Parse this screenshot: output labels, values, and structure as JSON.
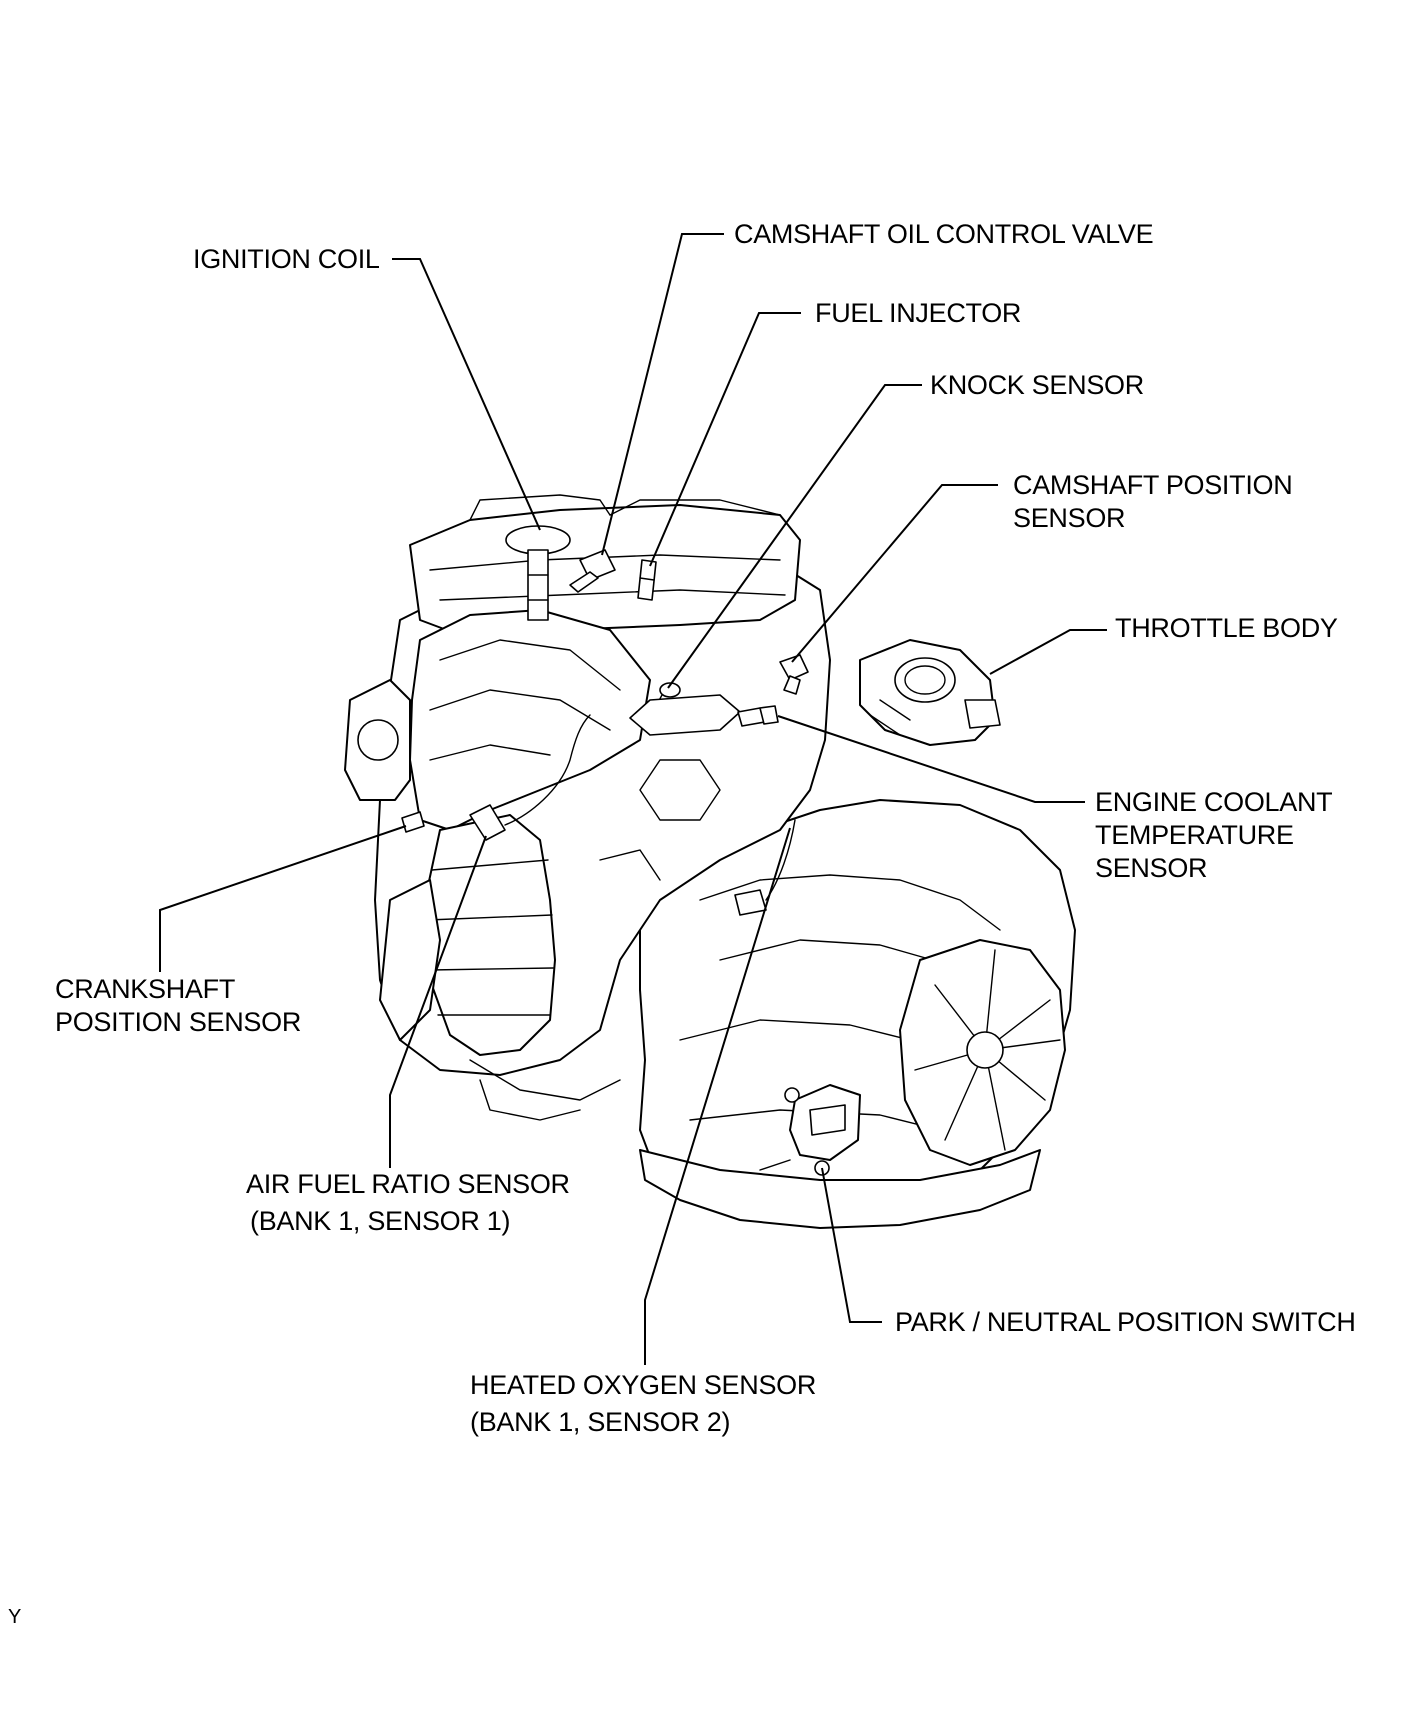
{
  "callouts": {
    "ignition_coil": "IGNITION COIL",
    "camshaft_oil_control_valve": "CAMSHAFT OIL CONTROL VALVE",
    "fuel_injector": "FUEL INJECTOR",
    "knock_sensor": "KNOCK SENSOR",
    "camshaft_position_sensor": [
      "CAMSHAFT POSITION",
      "SENSOR"
    ],
    "throttle_body": "THROTTLE BODY",
    "engine_coolant_temperature_sensor": [
      "ENGINE COOLANT",
      "TEMPERATURE",
      "SENSOR"
    ],
    "crankshaft_position_sensor": [
      "CRANKSHAFT",
      "POSITION SENSOR"
    ],
    "air_fuel_ratio_sensor": [
      "AIR FUEL RATIO SENSOR",
      "(BANK 1, SENSOR 1)"
    ],
    "park_neutral_position_switch": "PARK / NEUTRAL POSITION SWITCH",
    "heated_oxygen_sensor": [
      "HEATED OXYGEN SENSOR",
      "(BANK 1, SENSOR 2)"
    ]
  },
  "figure_code": "Y",
  "colors": {
    "line": "#000000",
    "background": "#ffffff"
  }
}
